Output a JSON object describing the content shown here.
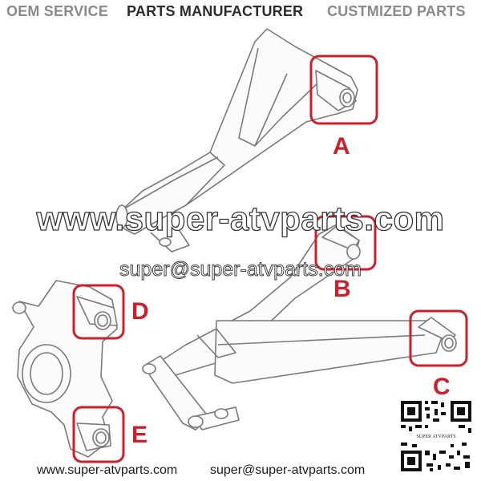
{
  "header": {
    "oem_service": "OEM SERVICE",
    "parts_manufacturer": "PARTS MANUFACTURER",
    "customized_parts": "CUSTMIZED PARTS"
  },
  "part_labels": {
    "a": "A",
    "b": "B",
    "c": "C",
    "d": "D",
    "e": "E"
  },
  "watermark": {
    "website": "www.super-atvparts.com",
    "email": "super@super-atvparts.com"
  },
  "footer": {
    "website": "www.super-atvparts.com",
    "email": "super@super-atvparts.com"
  },
  "qr_code": {
    "caption": "SUPER ATVPARTS"
  },
  "colors": {
    "highlight": "#cc1f2a",
    "line_art": "#7a7a7a",
    "header_gray": "#8a8a8a",
    "header_dark": "#2b2b2b"
  }
}
